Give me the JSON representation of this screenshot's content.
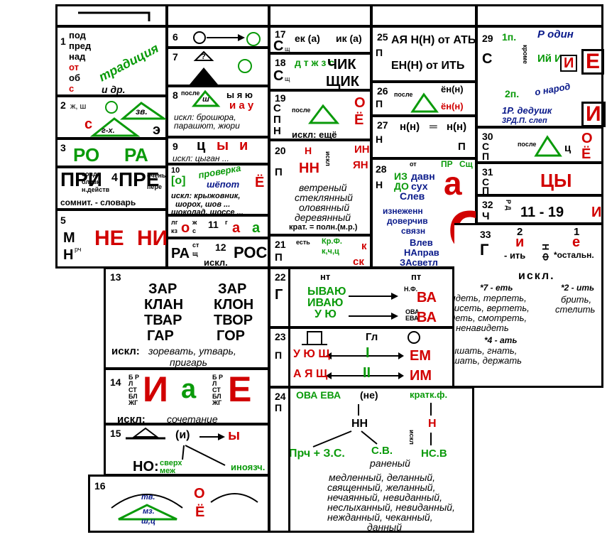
{
  "c1": {
    "num": "1",
    "prefixes": [
      "под",
      "пред",
      "над",
      "от",
      "об",
      "с"
    ],
    "tradition": "традиция",
    "etc": "и др."
  },
  "c2": {
    "num": "2",
    "sib": "ж, ш",
    "g": "г-х.",
    "zv": "зв.",
    "e": "э",
    "s": "с"
  },
  "c3": {
    "num": "3",
    "ro": "РО",
    "ra": "РА"
  },
  "c4": {
    "pri": "ПРИ",
    "num": "4",
    "pre": "ПРЕ",
    "sovd": "совд",
    "blizk": "близк",
    "ndeistv": "н.действ",
    "ochen": "очень",
    "pere": "пере",
    "somnit": "сомнит. - словарь"
  },
  "c5": {
    "num": "5",
    "m": "М",
    "nrch": "Н",
    "rch": "рч",
    "ne": "НЕ",
    "ni": "НИ"
  },
  "c6": {
    "num": "6"
  },
  "c7": {
    "num": "7",
    "q": "?"
  },
  "c8": {
    "num": "8",
    "posle": "после",
    "sh": "ш",
    "yu": "ы  я ю",
    "au": "и а у",
    "iskl": "искл: брошюра, парашют, жюри"
  },
  "c9": {
    "num": "9",
    "ts": "ц",
    "y": "ы",
    "i": "и",
    "iskl": "искл: цыган ..."
  },
  "c10": {
    "num": "10",
    "o": "[о]",
    "prov": "проверка",
    "shopot": "шёпот",
    "e": "Ё",
    "iskl": "искл: крыжовник,",
    "l2": "шорох, шов ...",
    "l3": "шоколад, шоссе ..."
  },
  "c11": {
    "lg": "лг",
    "kz": "кз",
    "o": "о",
    "zh": "ж",
    "s": "с",
    "num": "11",
    "a": "а",
    "g": "г"
  },
  "c12": {
    "ra": "РА",
    "st": "ст",
    "sch": "щ",
    "num": "12",
    "ros": "РОС",
    "iskl": "искл."
  },
  "c13": {
    "num": "13",
    "left": [
      "ЗАР",
      "КЛАН",
      "ТВАР",
      "ГАР"
    ],
    "right": [
      "ЗАР",
      "КЛОН",
      "ТВОР",
      "ГОР"
    ],
    "iskl": "искл:",
    "ex": "зоревать, утварь,",
    "ex2": "пригарь"
  },
  "c14": {
    "num": "14",
    "lc": "Б Р Л СТ БЛ ЖГ",
    "ch": "И",
    "a": "а",
    "e": "Е",
    "iskl": "искл:",
    "soch": "сочетание"
  },
  "c15": {
    "num": "15",
    "i": "(и)",
    "y": "ы",
    "no": "НО:",
    "sverkh": "сверх меж",
    "inoyaz": "иноязч."
  },
  "c16": {
    "num": "16",
    "tv": "тв.",
    "mz": "мз.",
    "shts": "ш,ц",
    "o": "О",
    "e": "Ё"
  },
  "c17": {
    "num": "17",
    "s": "С",
    "sch": "щ",
    "ek": "ек (а)",
    "ik": "ик (а)"
  },
  "c18": {
    "num": "18",
    "s": "С",
    "sch": "щ",
    "dt": "д т ж з с",
    "chik": "ЧИК",
    "shchik": "ЩИК"
  },
  "c19": {
    "num": "19",
    "s": "С",
    "sch": "щ",
    "p": "П",
    "r": "р",
    "n": "Н",
    "rch": "рч",
    "posle": "после",
    "ts": "ц",
    "o": "О",
    "e": "Ё",
    "iskl": "искл: ещё"
  },
  "c20": {
    "num": "20",
    "p": "П",
    "r": "р",
    "iskl": "искл",
    "n": "Н",
    "nn": "НН",
    "in": "ИН",
    "an": "ЯН",
    "ex": [
      "ветреный",
      "стеклянный",
      "оловянный",
      "деревянный"
    ],
    "krat": "крат. = полн.(м.р.)"
  },
  "c21": {
    "num": "21",
    "p": "П",
    "r": "р",
    "est": "есть",
    "krf": "Кр.Ф.",
    "kch": "к,ч,ц",
    "k": "к",
    "sk": "ск"
  },
  "c22": {
    "num": "22",
    "g": "Г",
    "l": "л",
    "nt": "нт",
    "pt": "пт",
    "iva": "ЫВАЮ ИВАЮ",
    "uyu": "У Ю",
    "va": "ВА",
    "ova": "ОВА ЕВА",
    "nf": "Н.Ф."
  },
  "c23": {
    "num": "23",
    "p": "П",
    "rch": "рч",
    "gl": "Гл",
    "ush": "У Ю Щ",
    "ash": "А Я Щ",
    "em": "ЕМ",
    "im": "ИМ",
    "i1": "I",
    "i2": "II"
  },
  "c24": {
    "num": "24",
    "p": "П",
    "rch": "рч",
    "ova": "ОВА ЕВА",
    "ne": "(не)",
    "kratk": "кратк.ф.",
    "nn": "НН",
    "n": "Н",
    "zs": "Прч + З.С.",
    "sv": "С.В.",
    "ranen": "раненый",
    "iskl": "искл",
    "nsv": "НС.В",
    "ex": [
      "медленный, деланный,",
      "священный, желанный,",
      "нечаянный, невиданный,",
      "неслыханный, невиданный,",
      "нежданный, чеканный,",
      "данный"
    ]
  },
  "c25": {
    "num": "25",
    "p": "П",
    "rch": "рч",
    "l1": "АЯ Н(Н) от АТЬ ЯТЬ",
    "l2": "ЕН(Н) от ИТЬ"
  },
  "c26": {
    "num": "26",
    "p": "П",
    "rch": "рч",
    "posle": "после",
    "sh": "ш",
    "e1": "ён(н)",
    "e2": "ён(н)"
  },
  "c27": {
    "num": "27",
    "n": "Н",
    "rch": "рч",
    "nn": "н(н)",
    "eq": "═",
    "nn2": "н(н)",
    "p": "П",
    "r": "р"
  },
  "c28": {
    "num": "28",
    "n": "Н",
    "rch": "рч",
    "ot": "от",
    "pr": "ПР",
    "sch": "Сщ",
    "iz": "ИЗ",
    "do": "ДО",
    "davn": "давн",
    "sukh": "сух",
    "slev": "Слев",
    "a": "а",
    "izn": "изнеженн",
    "dov": "доверчив",
    "svyaz": "связн",
    "o": "О",
    "vlev": "Влев",
    "napr": "НАправ",
    "zasv": "ЗАсветл"
  },
  "c29": {
    "num": "29",
    "s": "С",
    "sch": "щ",
    "p1": "1п.",
    "krome": "кроме",
    "rodin": "Р один",
    "iyi": "Ий И",
    "ii": "И",
    "e": "Е",
    "p2": "2п.",
    "onarod": "о народ",
    "r1": "1Р. дедушк",
    "r2": "3РД.П. слеп",
    "ii2": "И"
  },
  "c30": {
    "num": "30",
    "s": "С",
    "sch": "щ",
    "p": "П",
    "r": "р",
    "posle": "после",
    "ts": "ц",
    "o": "О",
    "e": "Ё"
  },
  "c31": {
    "num": "31",
    "s": "С",
    "p": "П",
    "r": "р",
    "ts": "ЦЫ"
  },
  "c32": {
    "num": "32",
    "ch": "Ч",
    "l": "л",
    "rd": "Р Д",
    "range": "11 - 19",
    "i": "И"
  },
  "c33": {
    "num": "33",
    "g": "Г",
    "l": "л",
    "two": "2",
    "one": "1",
    "i": "и",
    "e": "е",
    "it": "- ить",
    "nf": "Н Ф",
    "ostal": "*остальн.",
    "iskl": "искл.",
    "h7": "*7 - еть",
    "ex7": [
      "обидеть, терпеть,",
      "зависеть, вертеть,",
      "видеть, смотреть,",
      "ненавидеть"
    ],
    "h2": "*2 - ить",
    "ex2": [
      "брить,",
      "стелить"
    ],
    "h4": "*4 - ать",
    "ex4": [
      "слышать, гнать,",
      "дышать, держать"
    ]
  }
}
